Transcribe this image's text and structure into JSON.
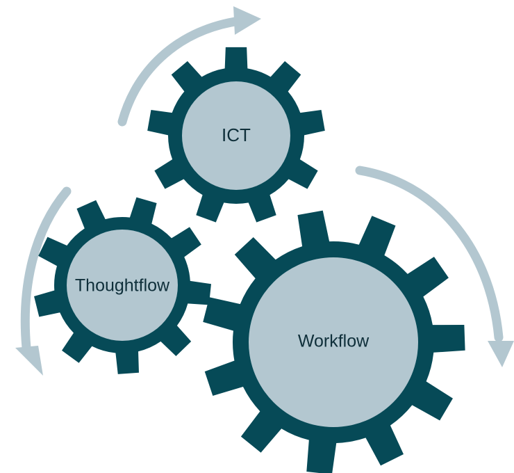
{
  "diagram": {
    "colors": {
      "gear_body": "#064a57",
      "gear_hub": "#b3c7d0",
      "arrow": "#b3c7d0",
      "label_text": "#0f2f3a"
    },
    "gears": [
      {
        "id": "ict",
        "label": "ICT",
        "teeth": 9
      },
      {
        "id": "thoughtflow",
        "label": "Thoughtflow",
        "teeth": 9
      },
      {
        "id": "workflow",
        "label": "Workflow",
        "teeth": 11
      }
    ],
    "arrows": [
      {
        "id": "top",
        "direction": "clockwise"
      },
      {
        "id": "right",
        "direction": "clockwise"
      },
      {
        "id": "left",
        "direction": "counterclockwise"
      }
    ]
  }
}
